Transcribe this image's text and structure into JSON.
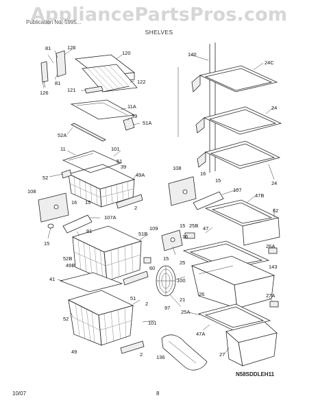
{
  "watermark": "AppliancePartsPros.com",
  "header": {
    "subtitle": "Publication No. 5995...",
    "title": "SHELVES"
  },
  "footer": {
    "date": "10/07",
    "page": "8",
    "model_code": "N58SDDLEH11"
  },
  "labels": {
    "l81a": "81",
    "l126a": "126",
    "l126b": "126",
    "l81b": "81",
    "l120": "120",
    "l122": "122",
    "l121": "121",
    "l11a": "11A",
    "l39a": "39",
    "l51a": "51A",
    "l52a": "52A",
    "l140": "140",
    "l24c": "24C",
    "l24a": "24",
    "l24b": "24",
    "l11": "11",
    "l101a": "101",
    "l51b": "51",
    "l39b": "39",
    "l49a": "49A",
    "l52": "52",
    "l108a": "108",
    "l16a": "16",
    "l15a": "15",
    "l107": "107",
    "l47b": "47B",
    "l62": "62",
    "l108b": "108",
    "l16b": "16",
    "l15b": "15",
    "l2a": "2",
    "l107a": "107A",
    "l15c": "15",
    "l81c": "81",
    "l109": "109",
    "l15d": "15",
    "l25b": "25B",
    "l47": "47",
    "l51bb": "51B",
    "l16c": "16",
    "l15e": "15",
    "l25": "25",
    "l52b": "52B",
    "l49b": "49B",
    "l26a": "26A",
    "l143": "143",
    "l60": "60",
    "l41": "41",
    "l100": "100",
    "l2b": "2",
    "l51c": "51",
    "l26": "26",
    "l21": "21",
    "l97": "97",
    "l27a": "27A",
    "l25a": "25A",
    "l52c": "52",
    "l101b": "101",
    "l47a": "47A",
    "l49": "49",
    "l2c": "2",
    "l136": "136",
    "l27": "27"
  }
}
